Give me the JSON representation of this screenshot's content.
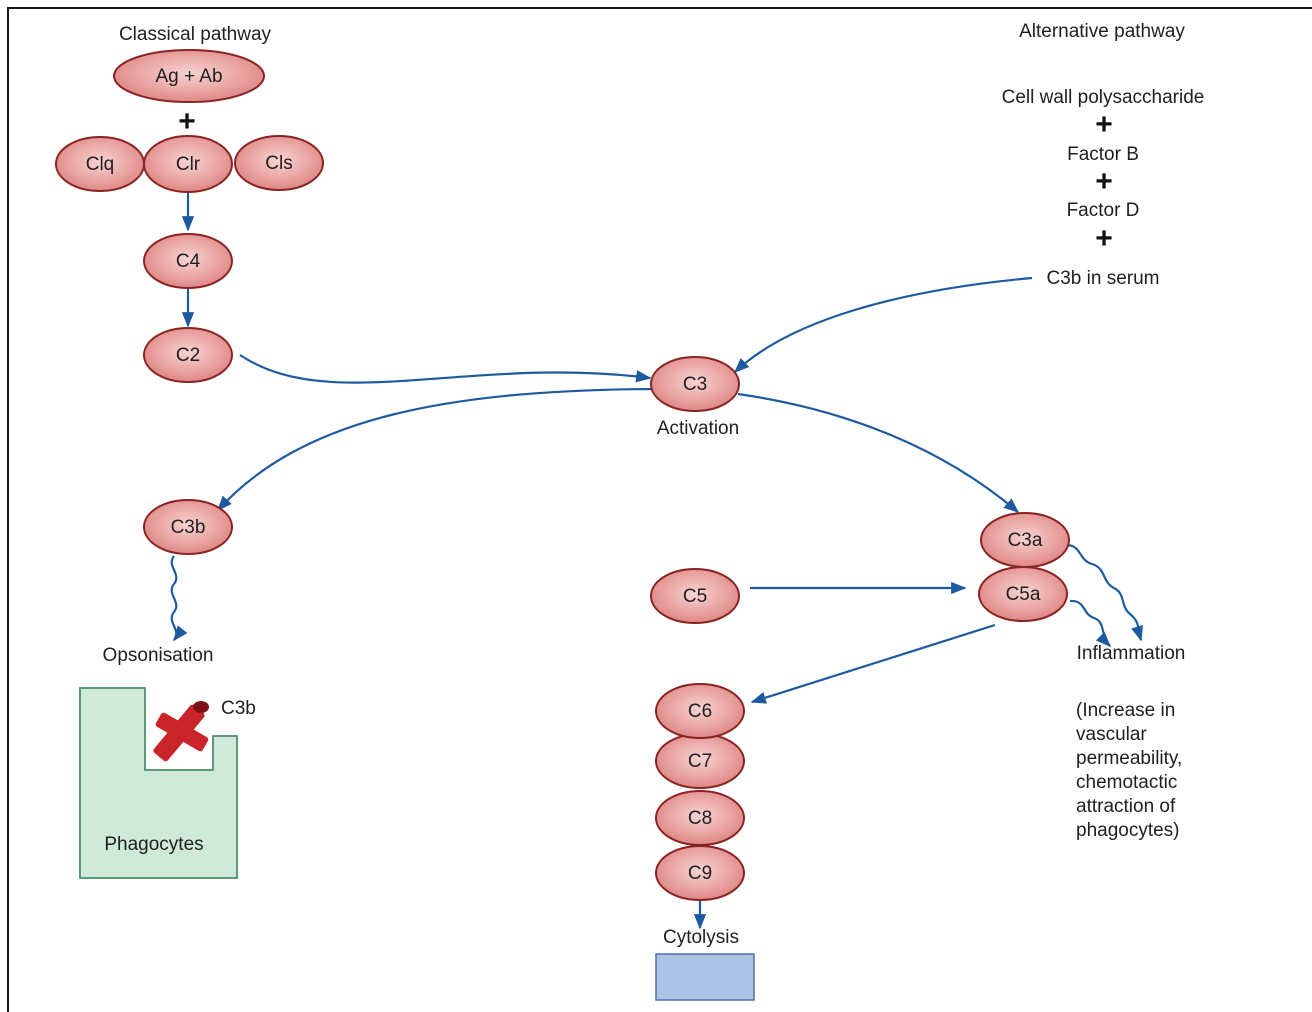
{
  "colors": {
    "node_fill": "#e9a3a1",
    "node_stroke": "#8b2323",
    "arrow": "#1e5aa0",
    "phagocyte_fill": "#cfe9d8",
    "phagocyte_stroke": "#5a9a76",
    "bacterium": "#c8242a",
    "cytolysis_box": "#aec2e6"
  },
  "headings": {
    "classical": "Classical pathway",
    "alternative": "Alternative pathway"
  },
  "nodes": {
    "ag_ab": "Ag + Ab",
    "clq": "Clq",
    "clr": "Clr",
    "cls": "Cls",
    "c4": "C4",
    "c2": "C2",
    "c3": "C3",
    "c3b": "C3b",
    "c3a": "C3a",
    "c5a": "C5a",
    "c5": "C5",
    "c6": "C6",
    "c7": "C7",
    "c8": "C8",
    "c9": "C9"
  },
  "plus_sign": "+",
  "alternative": {
    "cell_wall": "Cell wall polysaccharide",
    "factor_b": "Factor B",
    "factor_d": "Factor D",
    "c3b_serum": "C3b in serum"
  },
  "labels": {
    "activation": "Activation",
    "opsonisation": "Opsonisation",
    "c3b_tag": "C3b",
    "phagocytes": "Phagocytes",
    "inflammation": "Inflammation",
    "cytolysis": "Cytolysis"
  },
  "note_lines": [
    "(Increase in",
    "vascular",
    "permeability,",
    "chemotactic",
    "attraction of",
    "phagocytes)"
  ]
}
